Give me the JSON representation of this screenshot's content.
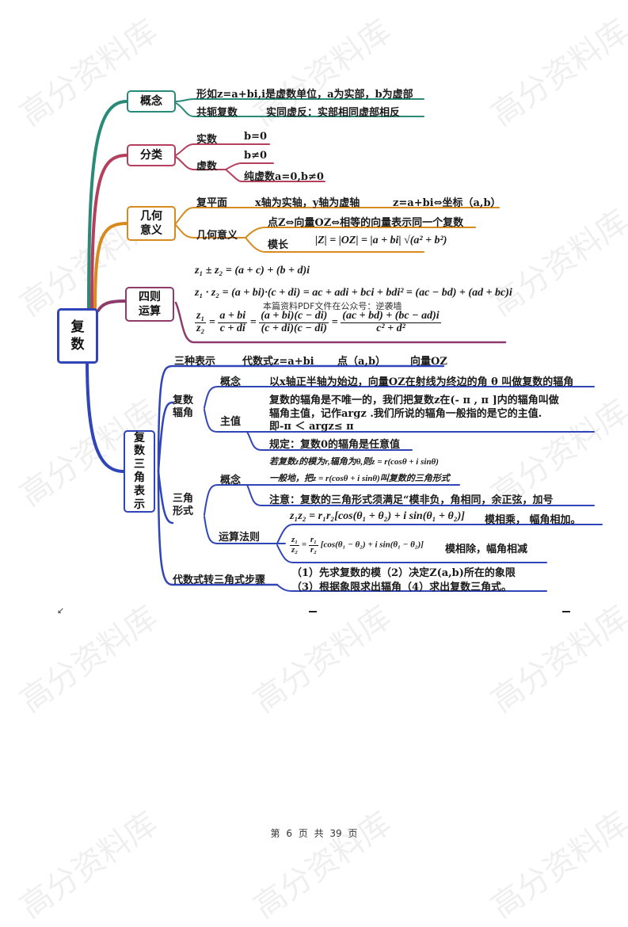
{
  "watermark": "高分资料库",
  "colors": {
    "teal": "#2a8a78",
    "crimson": "#b5405e",
    "orange": "#d78a1e",
    "plum": "#8e3a6a",
    "blue": "#2f45b8"
  },
  "root": {
    "label": "复\n数"
  },
  "concept": {
    "node": "概念",
    "line1": "形如z=a+bi,i是虚数单位，a为实部，b为虚部",
    "conj_label": "共轭复数",
    "conj_desc": "实同虚反：实部相同虚部相反"
  },
  "classify": {
    "node": "分类",
    "real": "实数",
    "real_cond": "b=0",
    "imag": "虚数",
    "imag_cond": "b≠0",
    "pure": "纯虚数a=0,b≠0"
  },
  "geometry": {
    "node": "几何\n意义",
    "plane": "复平面",
    "plane_desc": "x轴为实轴，y轴为虚轴",
    "plane_map": "z=a+bi⇔坐标（a,b）",
    "meaning": "几何意义",
    "meaning_desc": "点Z⇔向量OZ⇔相等的向量表示同一个复数",
    "modulus": "模长",
    "modulus_formula": "|Z| = |OZ| = |a + bi| √(a² + b²)"
  },
  "arith": {
    "node": "四则\n运算",
    "add": "z₁ ± z₂ = (a + c) + (b + d)i",
    "mul": "z₁ · z₂ = (a + bi)·(c + di) = ac + adi + bci + bdi² = (ac − bd) + (ad + bc)i",
    "note": "本篇资料PDF文件在公众号：逆袭墙",
    "div_lhs_num": "z₁",
    "div_lhs_den": "z₂",
    "div_a_num": "a + bi",
    "div_a_den": "c + di",
    "div_b_num": "(a + bi)(c − di)",
    "div_b_den": "(c + di)(c − di)",
    "div_c_num": "(ac + bd) + (bc − ad)i",
    "div_c_den": "c² + d²"
  },
  "trig": {
    "node": "复\n数\n三\n角\n表\n示",
    "three_forms": "三种表示",
    "form1": "代数式z=a+bi",
    "form2": "点（a,b）",
    "form3": "向量OZ",
    "arg_node": "复数\n辐角",
    "arg_concept": "概念",
    "arg_concept_desc": "以x轴正半轴为始边，向量OZ在射线为终边的角 θ 叫做复数的辐角",
    "principal": "主值",
    "principal_desc1": "复数的辐角是不唯一的，我们把复数z在(- π , π ]内的辐角叫做",
    "principal_desc2": "辐角主值，记作argz .我们所说的辐角一般指的是它的主值.",
    "principal_desc3": "即-π ＜ argz≤ π",
    "rule_zero": "规定：复数0的辐角是任意值",
    "trig_node": "三角\n形式",
    "tconcept": "概念",
    "tconcept_1": "若复数z的模为r,辐角为θ,则z = r(cosθ + i sinθ)",
    "tconcept_2": "一般地，把z = r(cosθ + i sinθ)叫复数的三角形式",
    "tconcept_3": "注意：复数的三角形式须满足“模非负，角相同，余正弦，加号",
    "ops": "运算法则",
    "ops_mul": "z₁z₂ = r₁r₂[cos(θ₁ + θ₂) + i sin(θ₁ + θ₂)]",
    "ops_mul_desc": "模相乘，   幅角相加。",
    "ops_div_num1": "z₁",
    "ops_div_den1": "z₂",
    "ops_div_num2": "r₁",
    "ops_div_den2": "r₂",
    "ops_div_rest": "[cos(θ₁ − θ₂) + i sin(θ₁ − θ₂)]",
    "ops_div_desc": "模相除，幅角相减",
    "steps": "代数式转三角式步骤",
    "steps_1": "（1）先求复数的模（2）决定Z(a,b)所在的象限",
    "steps_2": "（3）根据象限求出辐角（4）求出复数三角式。"
  },
  "footer": {
    "text": "第 6 页 共 39 页"
  }
}
